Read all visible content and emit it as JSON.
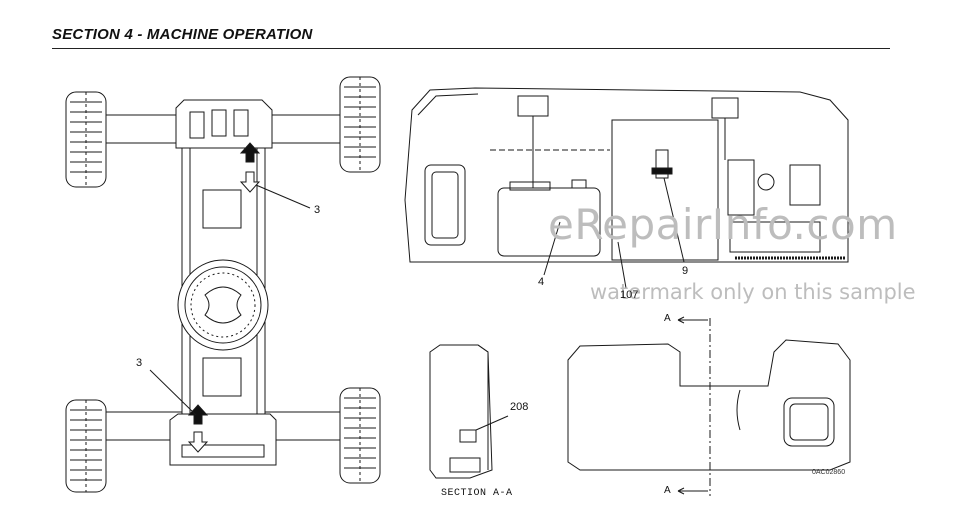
{
  "header": {
    "title": "SECTION 4 - MACHINE OPERATION"
  },
  "callouts": {
    "c3_top": "3",
    "c3_bottom": "3",
    "c4": "4",
    "c9": "9",
    "c107": "107",
    "c208": "208"
  },
  "section": {
    "label": "SECTION   A-A",
    "a_top": "A",
    "a_bottom": "A"
  },
  "figure": {
    "code": "0AC02860"
  },
  "watermark": {
    "brand": "eRepairInfo.com",
    "note": "watermark only on this sample"
  }
}
